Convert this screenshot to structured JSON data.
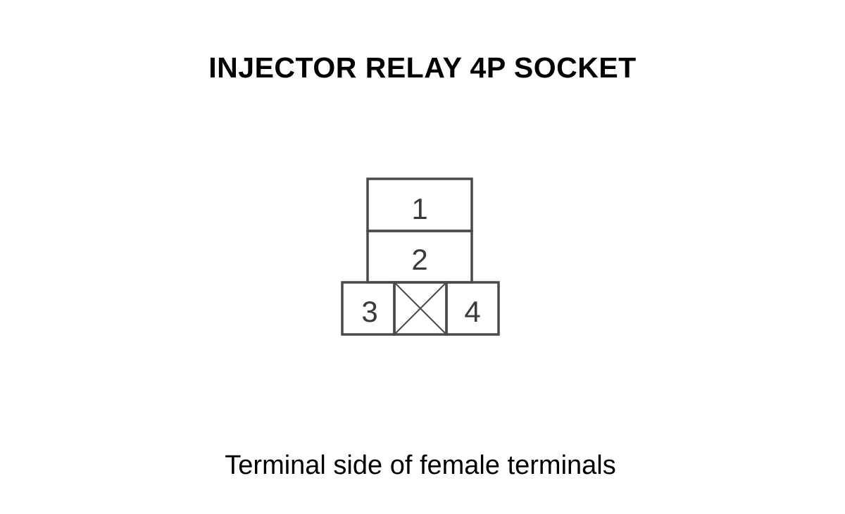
{
  "title": "INJECTOR RELAY 4P SOCKET",
  "caption": "Terminal side of female terminals",
  "connector": {
    "terminals": [
      {
        "number": "1"
      },
      {
        "number": "2"
      },
      {
        "number": "3"
      },
      {
        "number": "4"
      }
    ],
    "blank_cell": "unused-cavity-x"
  },
  "colors": {
    "outline": "#4a4a4a",
    "text": "#3a3a3a",
    "background": "#ffffff"
  }
}
